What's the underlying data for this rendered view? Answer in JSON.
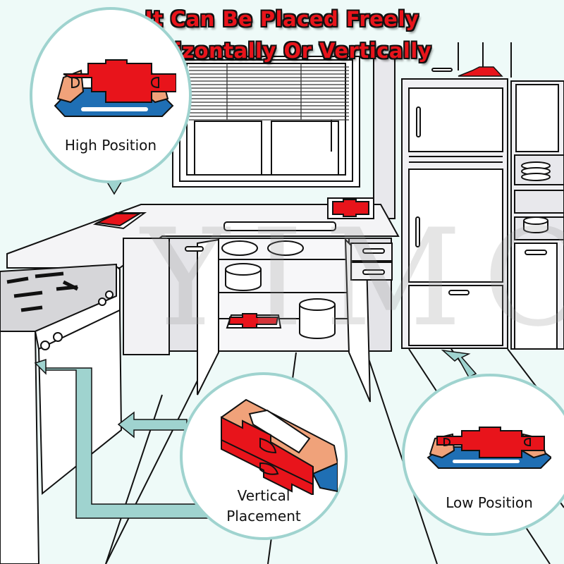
{
  "headline": {
    "line1": "It Can Be Placed Freely",
    "line2": "Horizontally Or Vertically"
  },
  "callouts": [
    {
      "id": "high",
      "label": "High Position"
    },
    {
      "id": "vertical",
      "label_line1": "Vertical",
      "label_line2": "Placement"
    },
    {
      "id": "low",
      "label": "Low Position"
    }
  ],
  "watermark": "YIMO",
  "colors": {
    "background": "#eefaf8",
    "product_red": "#e8141b",
    "product_skin": "#f0a27a",
    "product_blue": "#1f6fb4",
    "arrow_teal": "#9fd3cf",
    "outline": "#111111",
    "counter_gray": "#d9d9dc"
  }
}
